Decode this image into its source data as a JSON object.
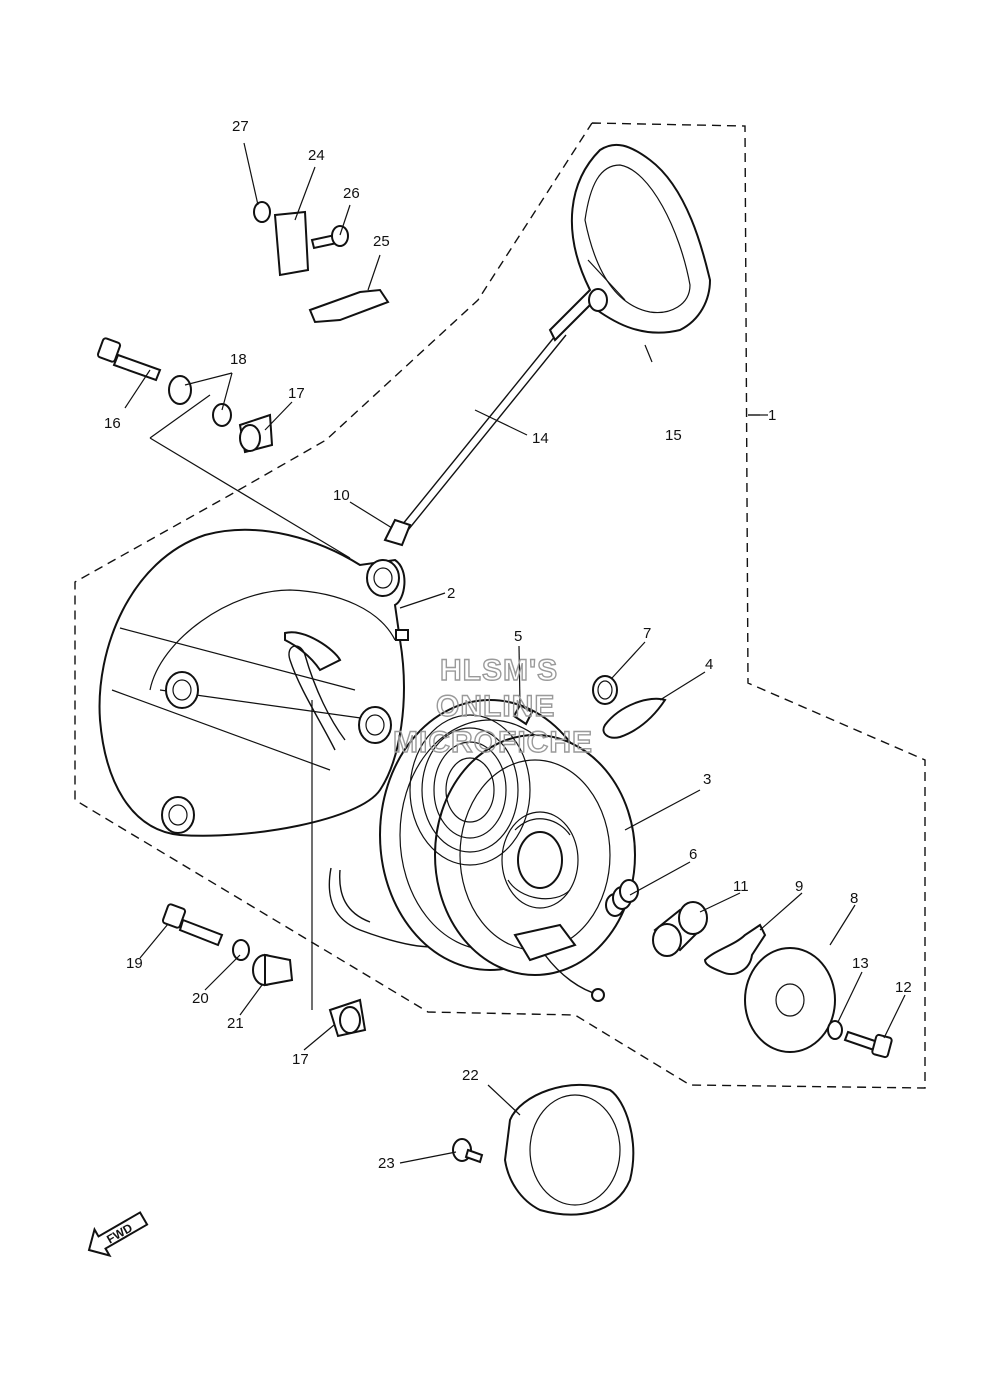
{
  "diagram": {
    "part_numbers": [
      "1",
      "2",
      "3",
      "4",
      "5",
      "6",
      "7",
      "8",
      "9",
      "10",
      "11",
      "12",
      "13",
      "14",
      "15",
      "16",
      "17",
      "17",
      "18",
      "19",
      "20",
      "21",
      "22",
      "23",
      "24",
      "25",
      "26",
      "27"
    ],
    "watermark_lines": [
      "HLSM'S",
      "ONLINE",
      "MICROFICHE"
    ],
    "direction_marker": "FWD"
  }
}
